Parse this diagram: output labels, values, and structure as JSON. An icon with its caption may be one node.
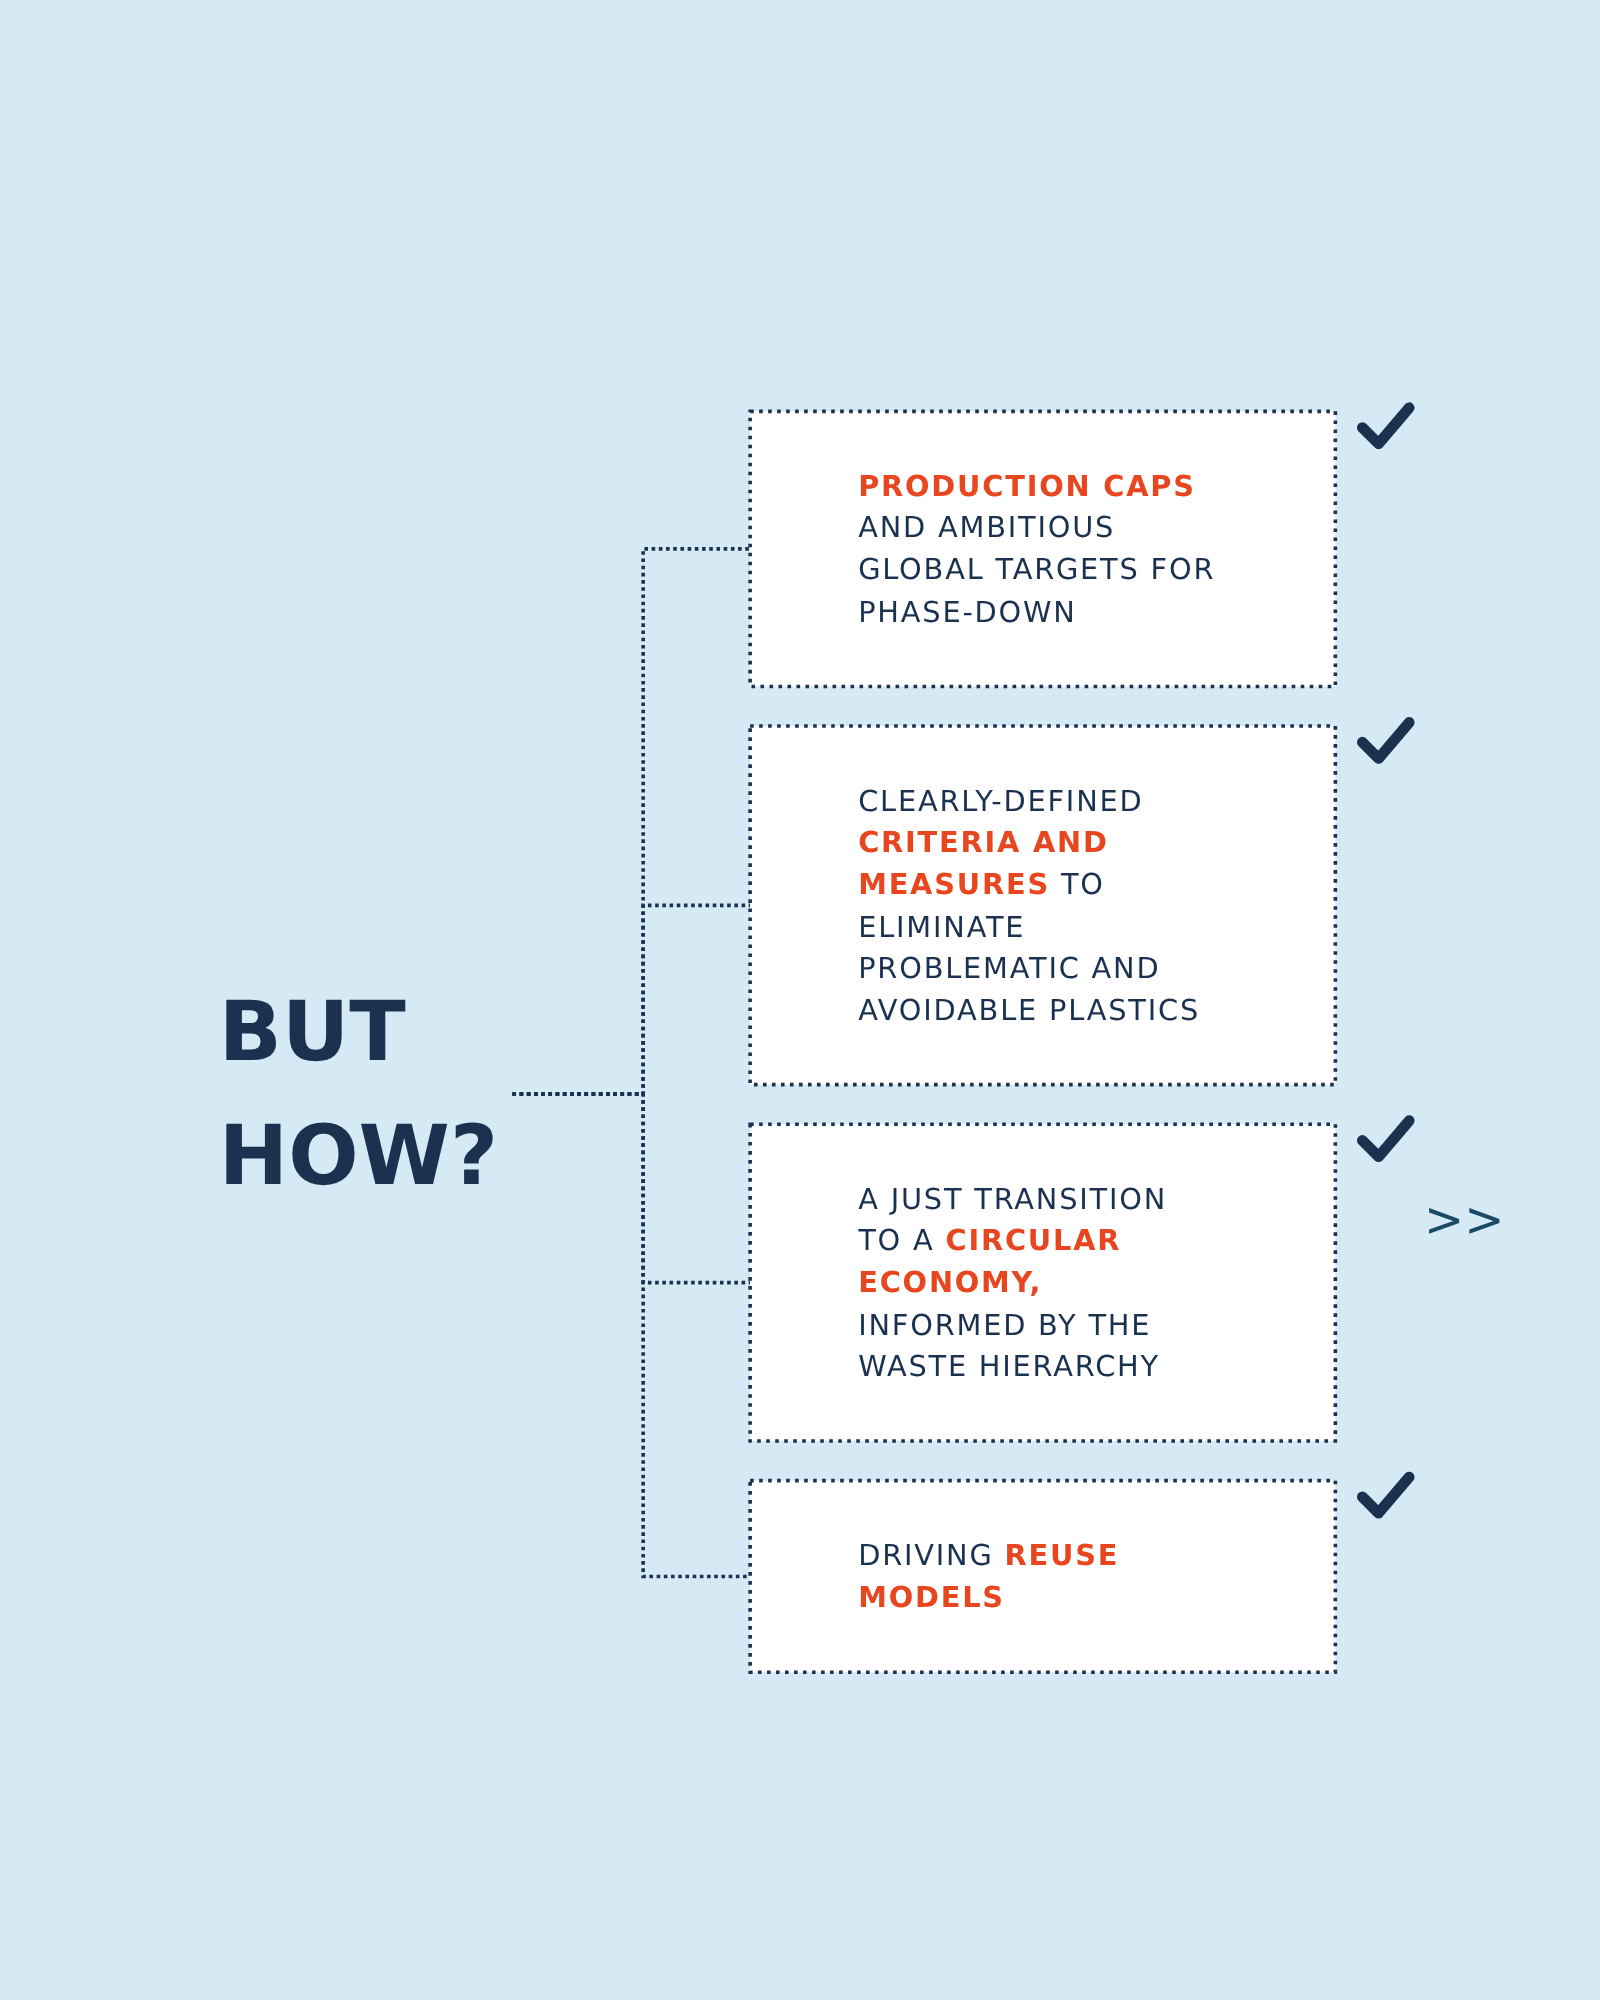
{
  "diagram": {
    "nodes": [
      {
        "text": [
          "BUT HOW?"
        ]
      },
      {
        "text": [
          "**PRODUCTION CAPS** AND AMBITIOUS GLOBAL TARGETS FOR PHASE-DOWN"
        ]
      },
      {
        "text": [
          "CLEARLY-DEFINED **CRITERIA AND MEASURES** TO ELIMINATE PROBLEMATIC AND AVOIDABLE PLASTICS"
        ]
      },
      {
        "text": [
          "A JUST TRANSITION TO A **CIRCULAR ECONOMY,** INFORMED BY THE WASTE HIERARCHY"
        ]
      },
      {
        "text": [
          "DRIVING **REUSE MODELS**"
        ]
      }
    ],
    "edges": [
      {
        "from": 0,
        "to": 1,
        "arrow": "none",
        "style": "dashed"
      },
      {
        "from": 0,
        "to": 2,
        "arrow": "none",
        "style": "dashed"
      },
      {
        "from": 0,
        "to": 3,
        "arrow": "none",
        "style": "dashed"
      },
      {
        "from": 0,
        "to": 4,
        "arrow": "none",
        "style": "dashed"
      }
    ],
    "labels": [
      ">>"
    ]
  }
}
